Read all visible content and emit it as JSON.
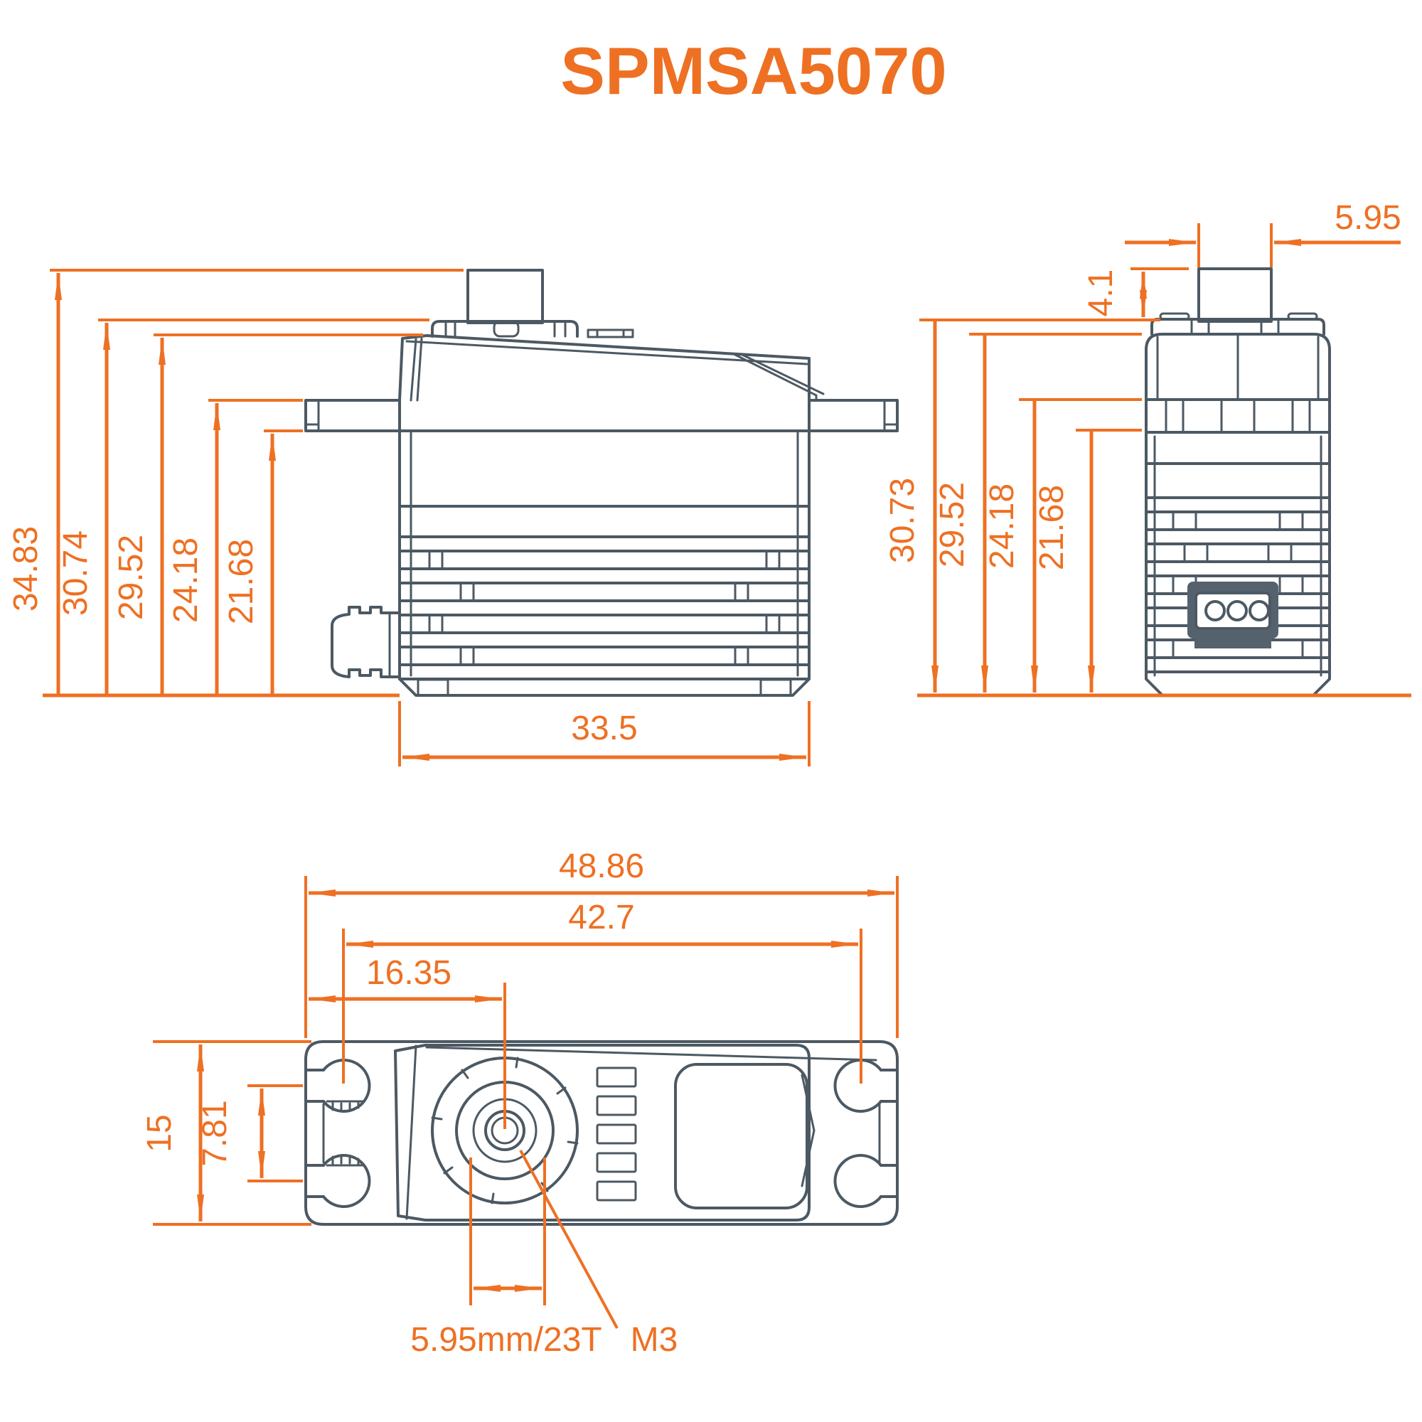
{
  "title": "SPMSA5070",
  "colors": {
    "accent": "#EE7023",
    "line": "#4C5963",
    "background": "#FFFFFF"
  },
  "side_view": {
    "overall_height": "34.83",
    "cap_height": "30.74",
    "case_height": "29.52",
    "flange_top_height": "24.18",
    "flange_bottom_height": "21.68",
    "body_width": "33.5"
  },
  "front_view": {
    "shaft_diameter": "5.95",
    "shaft_height": "4.1",
    "overall_height": "30.73",
    "case_height": "29.52",
    "flange_top_height": "24.18",
    "flange_bottom_height": "21.68"
  },
  "top_view": {
    "overall_width": "48.86",
    "mount_hole_spacing": "42.7",
    "shaft_offset": "16.35",
    "body_width": "15",
    "slot_spacing": "7.81",
    "spline_spec": "5.95mm/23T",
    "screw_spec": "M3"
  }
}
